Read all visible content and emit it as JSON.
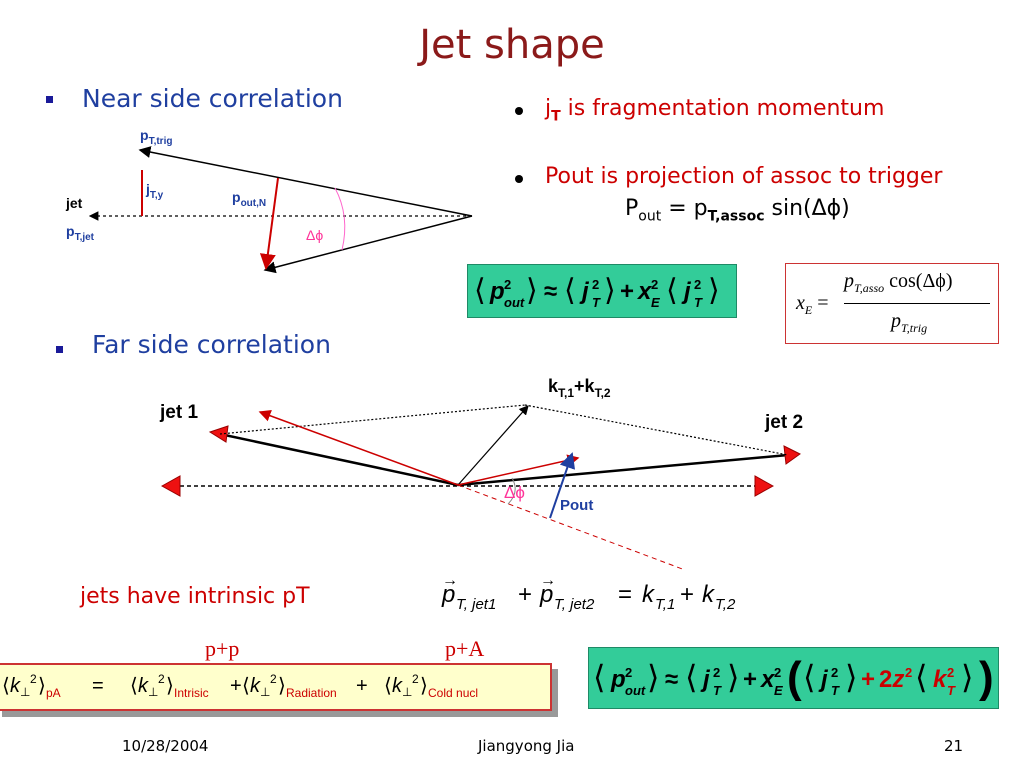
{
  "slide": {
    "title": "Jet shape",
    "near_side": "Near side correlation",
    "far_side": "Far side correlation",
    "bullet1_j": "j",
    "bullet1_sub": "T",
    "bullet1_rest": " is fragmentation momentum",
    "bullet2": "Pout is projection of assoc to trigger",
    "pout_P": "P",
    "pout_sub": "out",
    "pout_mid": " = p",
    "pout_sub2": "T,assoc",
    "pout_end": " sin(Δϕ)",
    "intrinsic": "jets have intrinsic pT",
    "pp_label": "p+p",
    "pa_label": "p+A"
  },
  "near_diagram": {
    "p_trig": "p",
    "p_trig_sub": "T,trig",
    "j_ty": "j",
    "j_ty_sub": "T,y",
    "p_outn": "p",
    "p_outn_sub": "out,N",
    "dphi": "Δϕ",
    "jet": "jet",
    "p_jet": "p",
    "p_jet_sub": "T,jet"
  },
  "far_diagram": {
    "jet1": "jet 1",
    "jet2": "jet 2",
    "kt": "k",
    "kt_sub1": "T,1",
    "kt_plus": "+k",
    "kt_sub2": "T,2",
    "dphi": "Δϕ",
    "pout": "Pout"
  },
  "equations": {
    "xe_lhs": "x",
    "xe_lhs_sub": "E",
    "xe_eq": " =",
    "xe_num": "p",
    "xe_num_sub": "T,asso",
    "xe_num_rest": " cos(Δϕ)",
    "xe_den": "p",
    "xe_den_sub": "T,trig"
  },
  "footer": {
    "date": "10/28/2004",
    "author": "Jiangyong Jia",
    "page": "21"
  },
  "colors": {
    "title": "#8b1a1a",
    "bullet_blue": "#1f3fa0",
    "text_red": "#cc0000",
    "box_green": "#33cc99",
    "box_yellow": "#ffffcc"
  }
}
